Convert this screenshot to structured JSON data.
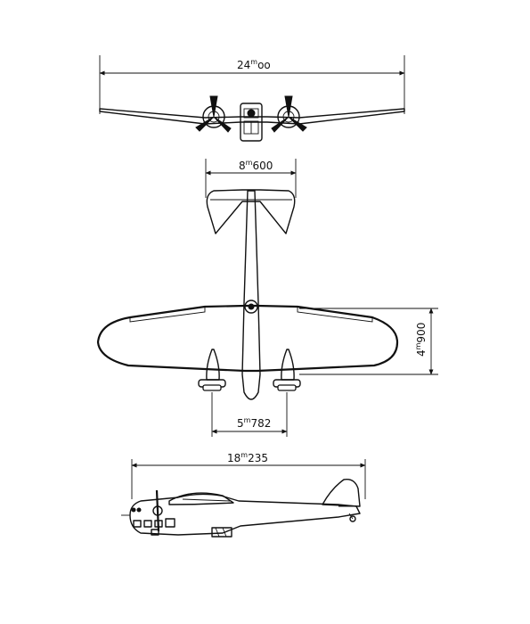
{
  "dimensions": {
    "wingspan": {
      "value": "24",
      "unit": "m",
      "decimals": "oo"
    },
    "tailplane": {
      "value": "8",
      "unit": "m",
      "decimals": "600"
    },
    "height": {
      "value": "4",
      "unit": "m",
      "decimals": "900"
    },
    "engine_track": {
      "value": "5",
      "unit": "m",
      "decimals": "782"
    },
    "length": {
      "value": "18",
      "unit": "m",
      "decimals": "235"
    }
  },
  "views": [
    "front-view",
    "top-view",
    "side-view"
  ],
  "colors": {
    "ink": "#111111",
    "paper": "#ffffff"
  }
}
